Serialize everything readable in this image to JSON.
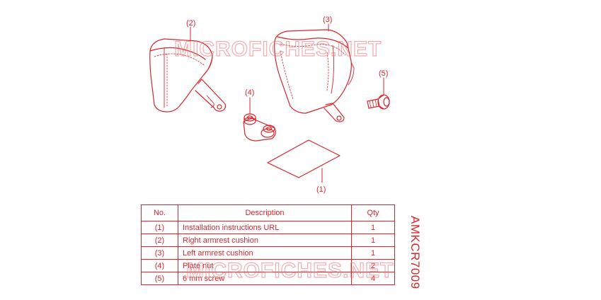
{
  "watermark": "MICROFICHES.NET",
  "callouts": [
    "(1)",
    "(2)",
    "(3)",
    "(4)",
    "(5)"
  ],
  "table": {
    "headers": {
      "no": "No.",
      "description": "Description",
      "qty": "Qty"
    },
    "rows": [
      {
        "no": "(1)",
        "description": "Installation instructions URL",
        "qty": "1"
      },
      {
        "no": "(2)",
        "description": "Right armrest cushion",
        "qty": "1"
      },
      {
        "no": "(3)",
        "description": "Left armrest cushion",
        "qty": "1"
      },
      {
        "no": "(4)",
        "description": "Plate nut",
        "qty": "2"
      },
      {
        "no": "(5)",
        "description": "6 mm screw",
        "qty": "4"
      }
    ]
  },
  "doc_code": "AMKCR7009",
  "colors": {
    "line": "#d9262c",
    "watermark": "#e86a6e"
  }
}
